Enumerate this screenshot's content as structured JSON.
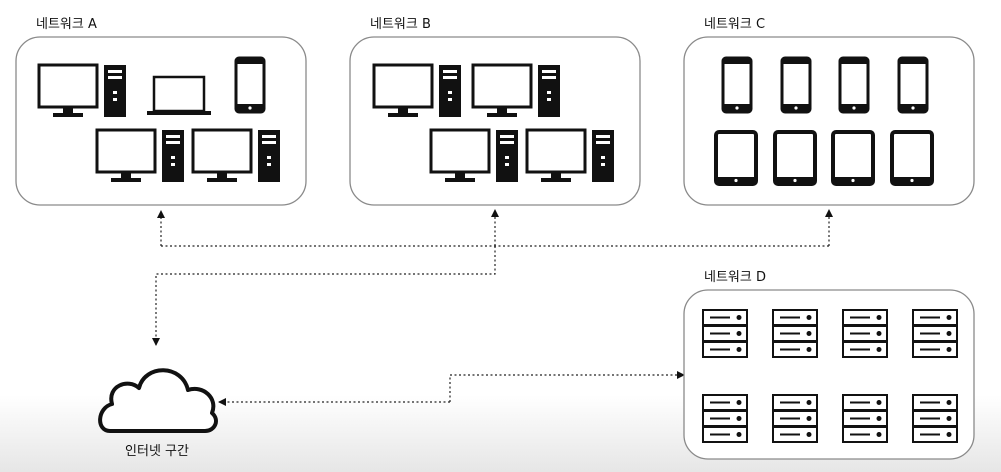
{
  "networks": [
    {
      "id": "a",
      "label": "네트워크 A",
      "devices": [
        "desktop-computer",
        "laptop",
        "smartphone"
      ]
    },
    {
      "id": "b",
      "label": "네트워크 B",
      "devices": [
        "desktop-computer"
      ]
    },
    {
      "id": "c",
      "label": "네트워크 C",
      "devices": [
        "smartphone",
        "tablet"
      ]
    },
    {
      "id": "d",
      "label": "네트워크 D",
      "devices": [
        "server-rack"
      ]
    }
  ],
  "internet": {
    "label": "인터넷 구간",
    "icon": "cloud-icon"
  },
  "connections": [
    {
      "from": "internet",
      "to": "네트워크 A",
      "style": "dotted",
      "arrow": "both"
    },
    {
      "from": "internet",
      "to": "네트워크 B",
      "style": "dotted",
      "arrow": "target"
    },
    {
      "from": "internet",
      "to": "네트워크 C",
      "style": "dotted",
      "arrow": "target"
    },
    {
      "from": "internet",
      "to": "네트워크 D",
      "style": "dotted",
      "arrow": "both"
    }
  ],
  "colors": {
    "line": "#222222",
    "box_border": "#8a8a8a",
    "device": "#111111"
  }
}
